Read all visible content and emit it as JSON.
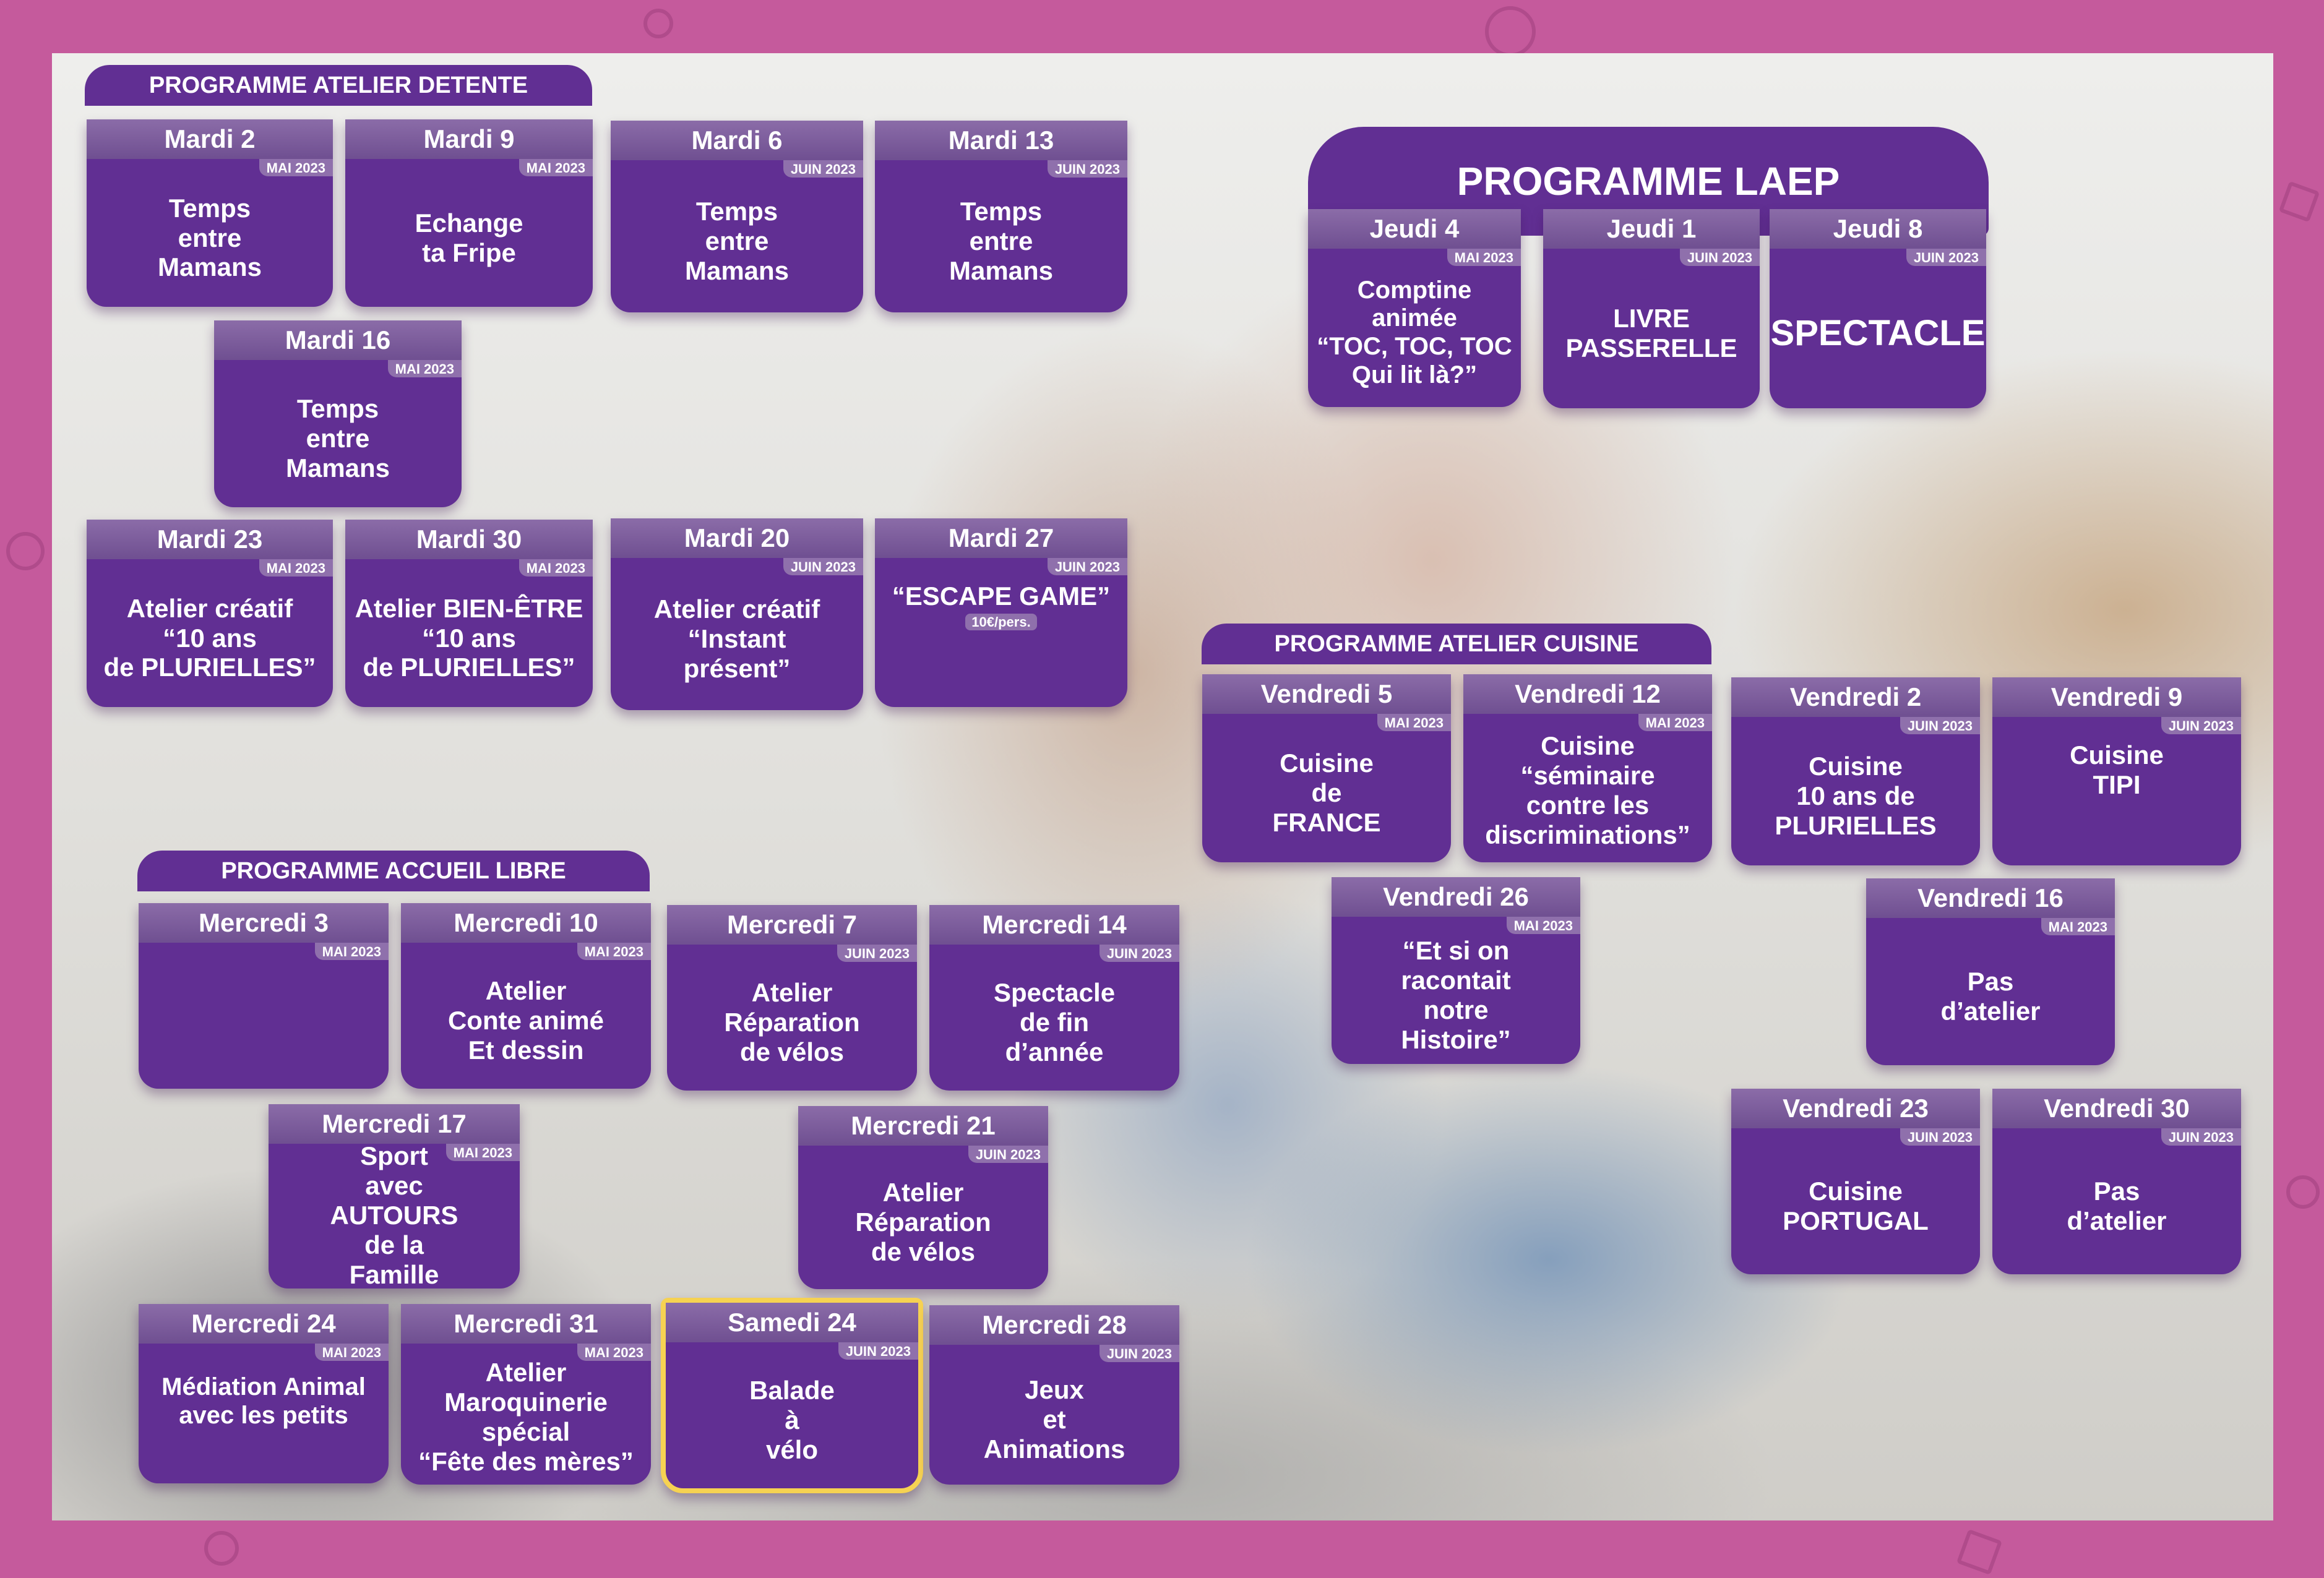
{
  "sections": {
    "detente": "PROGRAMME ATELIER DETENTE",
    "laep": "PROGRAMME LAEP",
    "cuisine": "PROGRAMME ATELIER CUISINE",
    "accueil": "PROGRAMME ACCUEIL LIBRE"
  },
  "cards": [
    {
      "id": "detente-mardi-2",
      "day": "Mardi 2",
      "month": "MAI 2023",
      "text": "Temps\nentre\nMamans"
    },
    {
      "id": "detente-mardi-9",
      "day": "Mardi 9",
      "month": "MAI 2023",
      "text": "Echange\nta Fripe"
    },
    {
      "id": "detente-mardi-6",
      "day": "Mardi 6",
      "month": "JUIN 2023",
      "text": "Temps\nentre\nMamans"
    },
    {
      "id": "detente-mardi-13",
      "day": "Mardi 13",
      "month": "JUIN 2023",
      "text": "Temps\nentre\nMamans"
    },
    {
      "id": "detente-mardi-16",
      "day": "Mardi 16",
      "month": "MAI 2023",
      "text": "Temps\nentre\nMamans"
    },
    {
      "id": "detente-mardi-23",
      "day": "Mardi 23",
      "month": "MAI 2023",
      "text": "Atelier créatif\n“10 ans\nde PLURIELLES”"
    },
    {
      "id": "detente-mardi-30",
      "day": "Mardi 30",
      "month": "MAI 2023",
      "text": "Atelier BIEN-ÊTRE\n“10 ans\nde PLURIELLES”"
    },
    {
      "id": "detente-mardi-20",
      "day": "Mardi 20",
      "month": "JUIN 2023",
      "text": "Atelier créatif\n“Instant\nprésent”"
    },
    {
      "id": "detente-mardi-27",
      "day": "Mardi 27",
      "month": "JUIN 2023",
      "text": "“ESCAPE GAME”",
      "note": "10€/pers."
    },
    {
      "id": "laep-jeudi-4",
      "day": "Jeudi 4",
      "month": "MAI 2023",
      "text": "Comptine\nanimée\n“TOC, TOC, TOC\nQui lit là?”"
    },
    {
      "id": "laep-jeudi-1",
      "day": "Jeudi 1",
      "month": "JUIN 2023",
      "text": "LIVRE\nPASSERELLE"
    },
    {
      "id": "laep-jeudi-8",
      "day": "Jeudi 8",
      "month": "JUIN 2023",
      "text": "SPECTACLE"
    },
    {
      "id": "cuisine-vendredi-5",
      "day": "Vendredi 5",
      "month": "MAI 2023",
      "text": "Cuisine\nde\nFRANCE"
    },
    {
      "id": "cuisine-vendredi-12",
      "day": "Vendredi 12",
      "month": "MAI 2023",
      "text": "Cuisine\n“séminaire\ncontre les\ndiscriminations”"
    },
    {
      "id": "cuisine-vendredi-2",
      "day": "Vendredi 2",
      "month": "JUIN 2023",
      "text": "Cuisine\n10 ans de\nPLURIELLES"
    },
    {
      "id": "cuisine-vendredi-9",
      "day": "Vendredi 9",
      "month": "JUIN 2023",
      "text": "Cuisine\nTIPI"
    },
    {
      "id": "cuisine-vendredi-26",
      "day": "Vendredi 26",
      "month": "MAI 2023",
      "text": "“Et si on\nracontait\nnotre\nHistoire”"
    },
    {
      "id": "cuisine-vendredi-16",
      "day": "Vendredi 16",
      "month": "MAI 2023",
      "text": "Pas\nd’atelier"
    },
    {
      "id": "cuisine-vendredi-23",
      "day": "Vendredi 23",
      "month": "JUIN 2023",
      "text": "Cuisine\nPORTUGAL"
    },
    {
      "id": "cuisine-vendredi-30",
      "day": "Vendredi 30",
      "month": "JUIN 2023",
      "text": "Pas\nd’atelier"
    },
    {
      "id": "accueil-mercredi-3",
      "day": "Mercredi 3",
      "month": "MAI 2023",
      "text": ""
    },
    {
      "id": "accueil-mercredi-10",
      "day": "Mercredi 10",
      "month": "MAI 2023",
      "text": "Atelier\nConte animé\nEt dessin"
    },
    {
      "id": "accueil-mercredi-7",
      "day": "Mercredi 7",
      "month": "JUIN 2023",
      "text": "Atelier\nRéparation\nde vélos"
    },
    {
      "id": "accueil-mercredi-14",
      "day": "Mercredi 14",
      "month": "JUIN 2023",
      "text": "Spectacle\nde fin\nd’année"
    },
    {
      "id": "accueil-mercredi-17",
      "day": "Mercredi 17",
      "month": "MAI 2023",
      "text": "Sport\navec\nAUTOURS\nde la\nFamille"
    },
    {
      "id": "accueil-mercredi-21",
      "day": "Mercredi 21",
      "month": "JUIN 2023",
      "text": "Atelier\nRéparation\nde vélos"
    },
    {
      "id": "accueil-mercredi-24",
      "day": "Mercredi 24",
      "month": "MAI 2023",
      "text": "Médiation Animal\navec les petits"
    },
    {
      "id": "accueil-mercredi-31",
      "day": "Mercredi 31",
      "month": "MAI 2023",
      "text": "Atelier\nMaroquinerie\nspécial\n“Fête des mères”"
    },
    {
      "id": "accueil-samedi-24",
      "day": "Samedi 24",
      "month": "JUIN 2023",
      "text": "Balade\nà\nvélo"
    },
    {
      "id": "accueil-mercredi-28",
      "day": "Mercredi 28",
      "month": "JUIN 2023",
      "text": "Jeux\net\nAnimations"
    }
  ]
}
